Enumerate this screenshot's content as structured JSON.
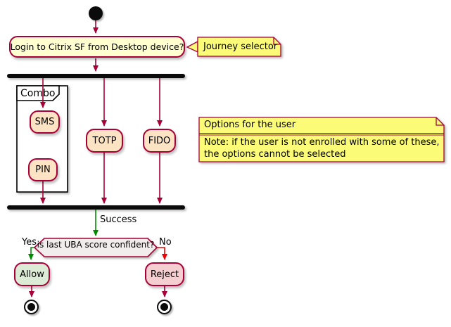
{
  "colors": {
    "crimson": "#A80036",
    "green": "#008A00",
    "red": "#EE0000",
    "cream": "#FEFECE",
    "yellow": "#FBFB77",
    "peach": "#FBE3C4",
    "hex-fill": "#F2EDED",
    "allow-green": "#DCEBD5",
    "reject-pink": "#F5CED1"
  },
  "nodes": {
    "login": "Login to Citrix SF from Desktop device?",
    "sms": "SMS",
    "pin": "PIN",
    "totp": "TOTP",
    "fido": "FIDO",
    "decision": "is last UBA score confident?",
    "allow": "Allow",
    "reject": "Reject"
  },
  "partition": {
    "label": "Combo"
  },
  "notes": {
    "journey": {
      "text": "Journey selector"
    },
    "options": {
      "title": "Options for the user",
      "body": "Note: if the user is not enrolled with some of these,\nthe options cannot be selected"
    }
  },
  "edge_labels": {
    "success": "Success",
    "yes": "Yes",
    "no": "No"
  }
}
